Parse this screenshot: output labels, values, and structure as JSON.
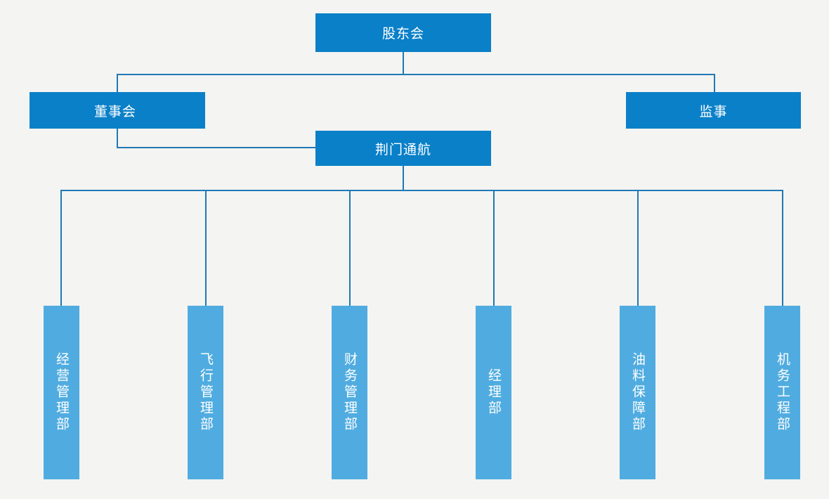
{
  "chart_data": {
    "type": "diagram",
    "diagram_kind": "organizational-chart",
    "title": "",
    "background_color": "#f4f4f2",
    "colors": {
      "primary_node": "#0a80c8",
      "department_node": "#50ace0",
      "connector_line": "#2079b4",
      "node_text": "#ffffff"
    },
    "levels": [
      {
        "level": 1,
        "nodes": [
          "股东会"
        ]
      },
      {
        "level": 2,
        "nodes": [
          "董事会",
          "监事"
        ]
      },
      {
        "level": 3,
        "nodes": [
          "荆门通航"
        ]
      },
      {
        "level": 4,
        "nodes": [
          "经营管理部",
          "飞行管理部",
          "财务管理部",
          "经理部",
          "油料保障部",
          "机务工程部"
        ]
      }
    ],
    "edges": [
      {
        "from": "股东会",
        "to": "董事会"
      },
      {
        "from": "股东会",
        "to": "监事"
      },
      {
        "from": "董事会",
        "to": "荆门通航"
      },
      {
        "from": "荆门通航",
        "to": "经营管理部"
      },
      {
        "from": "荆门通航",
        "to": "飞行管理部"
      },
      {
        "from": "荆门通航",
        "to": "财务管理部"
      },
      {
        "from": "荆门通航",
        "to": "经理部"
      },
      {
        "from": "荆门通航",
        "to": "油料保障部"
      },
      {
        "from": "荆门通航",
        "to": "机务工程部"
      }
    ]
  },
  "nodes": {
    "shareholders": {
      "label": "股东会"
    },
    "board": {
      "label": "董事会"
    },
    "supervisor": {
      "label": "监事"
    },
    "company": {
      "label": "荆门通航"
    },
    "departments": [
      {
        "label": "经营管理部"
      },
      {
        "label": "飞行管理部"
      },
      {
        "label": "财务管理部"
      },
      {
        "label": "经理部"
      },
      {
        "label": "油料保障部"
      },
      {
        "label": "机务工程部"
      }
    ]
  }
}
